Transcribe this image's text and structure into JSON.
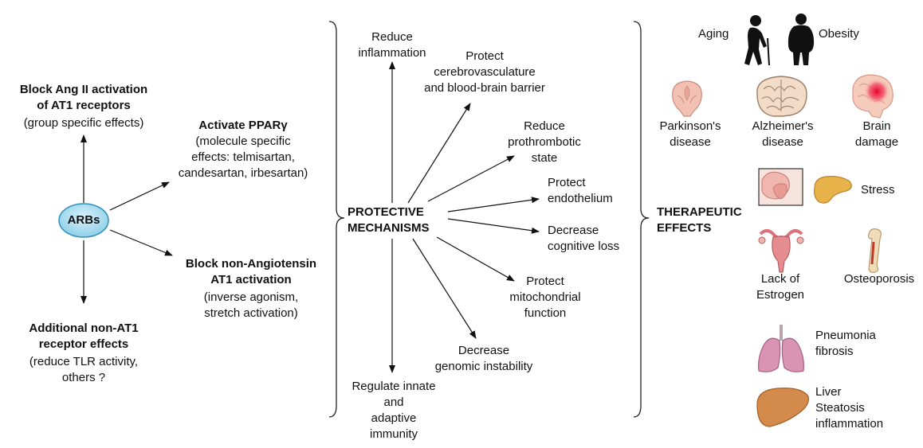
{
  "center": {
    "label": "ARBs"
  },
  "arb_effects": {
    "block_ang2": {
      "title_l1": "Block Ang II activation",
      "title_l2": "of AT1 receptors",
      "detail": "(group specific effects)"
    },
    "ppar": {
      "title": "Activate PPARγ",
      "d1": "(molecule specific",
      "d2": "effects: telmisartan,",
      "d3": "candesartan, irbesartan)"
    },
    "non_ang": {
      "title_l1": "Block non-Angiotensin",
      "title_l2": "AT1 activation",
      "d1": "(inverse agonism,",
      "d2": "stretch activation)"
    },
    "non_at1": {
      "title_l1": "Additional non-AT1",
      "title_l2": "receptor effects",
      "d1": "(reduce TLR activity,",
      "d2": "others ?"
    }
  },
  "mechanisms": {
    "heading_l1": "PROTECTIVE",
    "heading_l2": "MECHANISMS",
    "inflammation": [
      "Reduce",
      "inflammation"
    ],
    "cerebro": [
      "Protect",
      "cerebrovasculature",
      "and blood-brain barrier"
    ],
    "prothrombotic": [
      "Reduce",
      "prothrombotic",
      "state"
    ],
    "endothelium": [
      "Protect",
      "endothelium"
    ],
    "cognitive": [
      "Decrease",
      "cognitive loss"
    ],
    "mito": [
      "Protect",
      "mitochondrial",
      "function"
    ],
    "genomic": [
      "Decrease",
      "genomic instability"
    ],
    "immunity": [
      "Regulate innate",
      "and",
      "adaptive",
      "immunity"
    ]
  },
  "therapeutic": {
    "heading_l1": "THERAPEUTIC",
    "heading_l2": "EFFECTS",
    "aging": "Aging",
    "obesity": "Obesity",
    "parkinsons": [
      "Parkinson's",
      "disease"
    ],
    "alzheimers": [
      "Alzheimer's",
      "disease"
    ],
    "brain_damage": [
      "Brain",
      "damage"
    ],
    "stress": "Stress",
    "estrogen": [
      "Lack of",
      "Estrogen"
    ],
    "osteoporosis": "Osteoporosis",
    "pneumonia": [
      "Pneumonia",
      "fibrosis"
    ],
    "liver": [
      "Liver",
      "Steatosis",
      "inflammation"
    ]
  },
  "icons": [
    "elderly-person-icon",
    "obese-person-icon",
    "parkinsons-brain-icon",
    "alzheimers-brain-icon",
    "brain-damage-icon",
    "adrenal-gland-icon",
    "pancreas-icon",
    "uterus-icon",
    "bone-icon",
    "lungs-icon",
    "liver-icon"
  ],
  "colors": {
    "arbs_fill": "#a9dcee",
    "arbs_stroke": "#2f8fb8",
    "brain_pink": "#f2c1b4",
    "uterus": "#d9727a",
    "lung": "#d993b3",
    "liver": "#d48a4a",
    "pancreas": "#e8b34a"
  }
}
